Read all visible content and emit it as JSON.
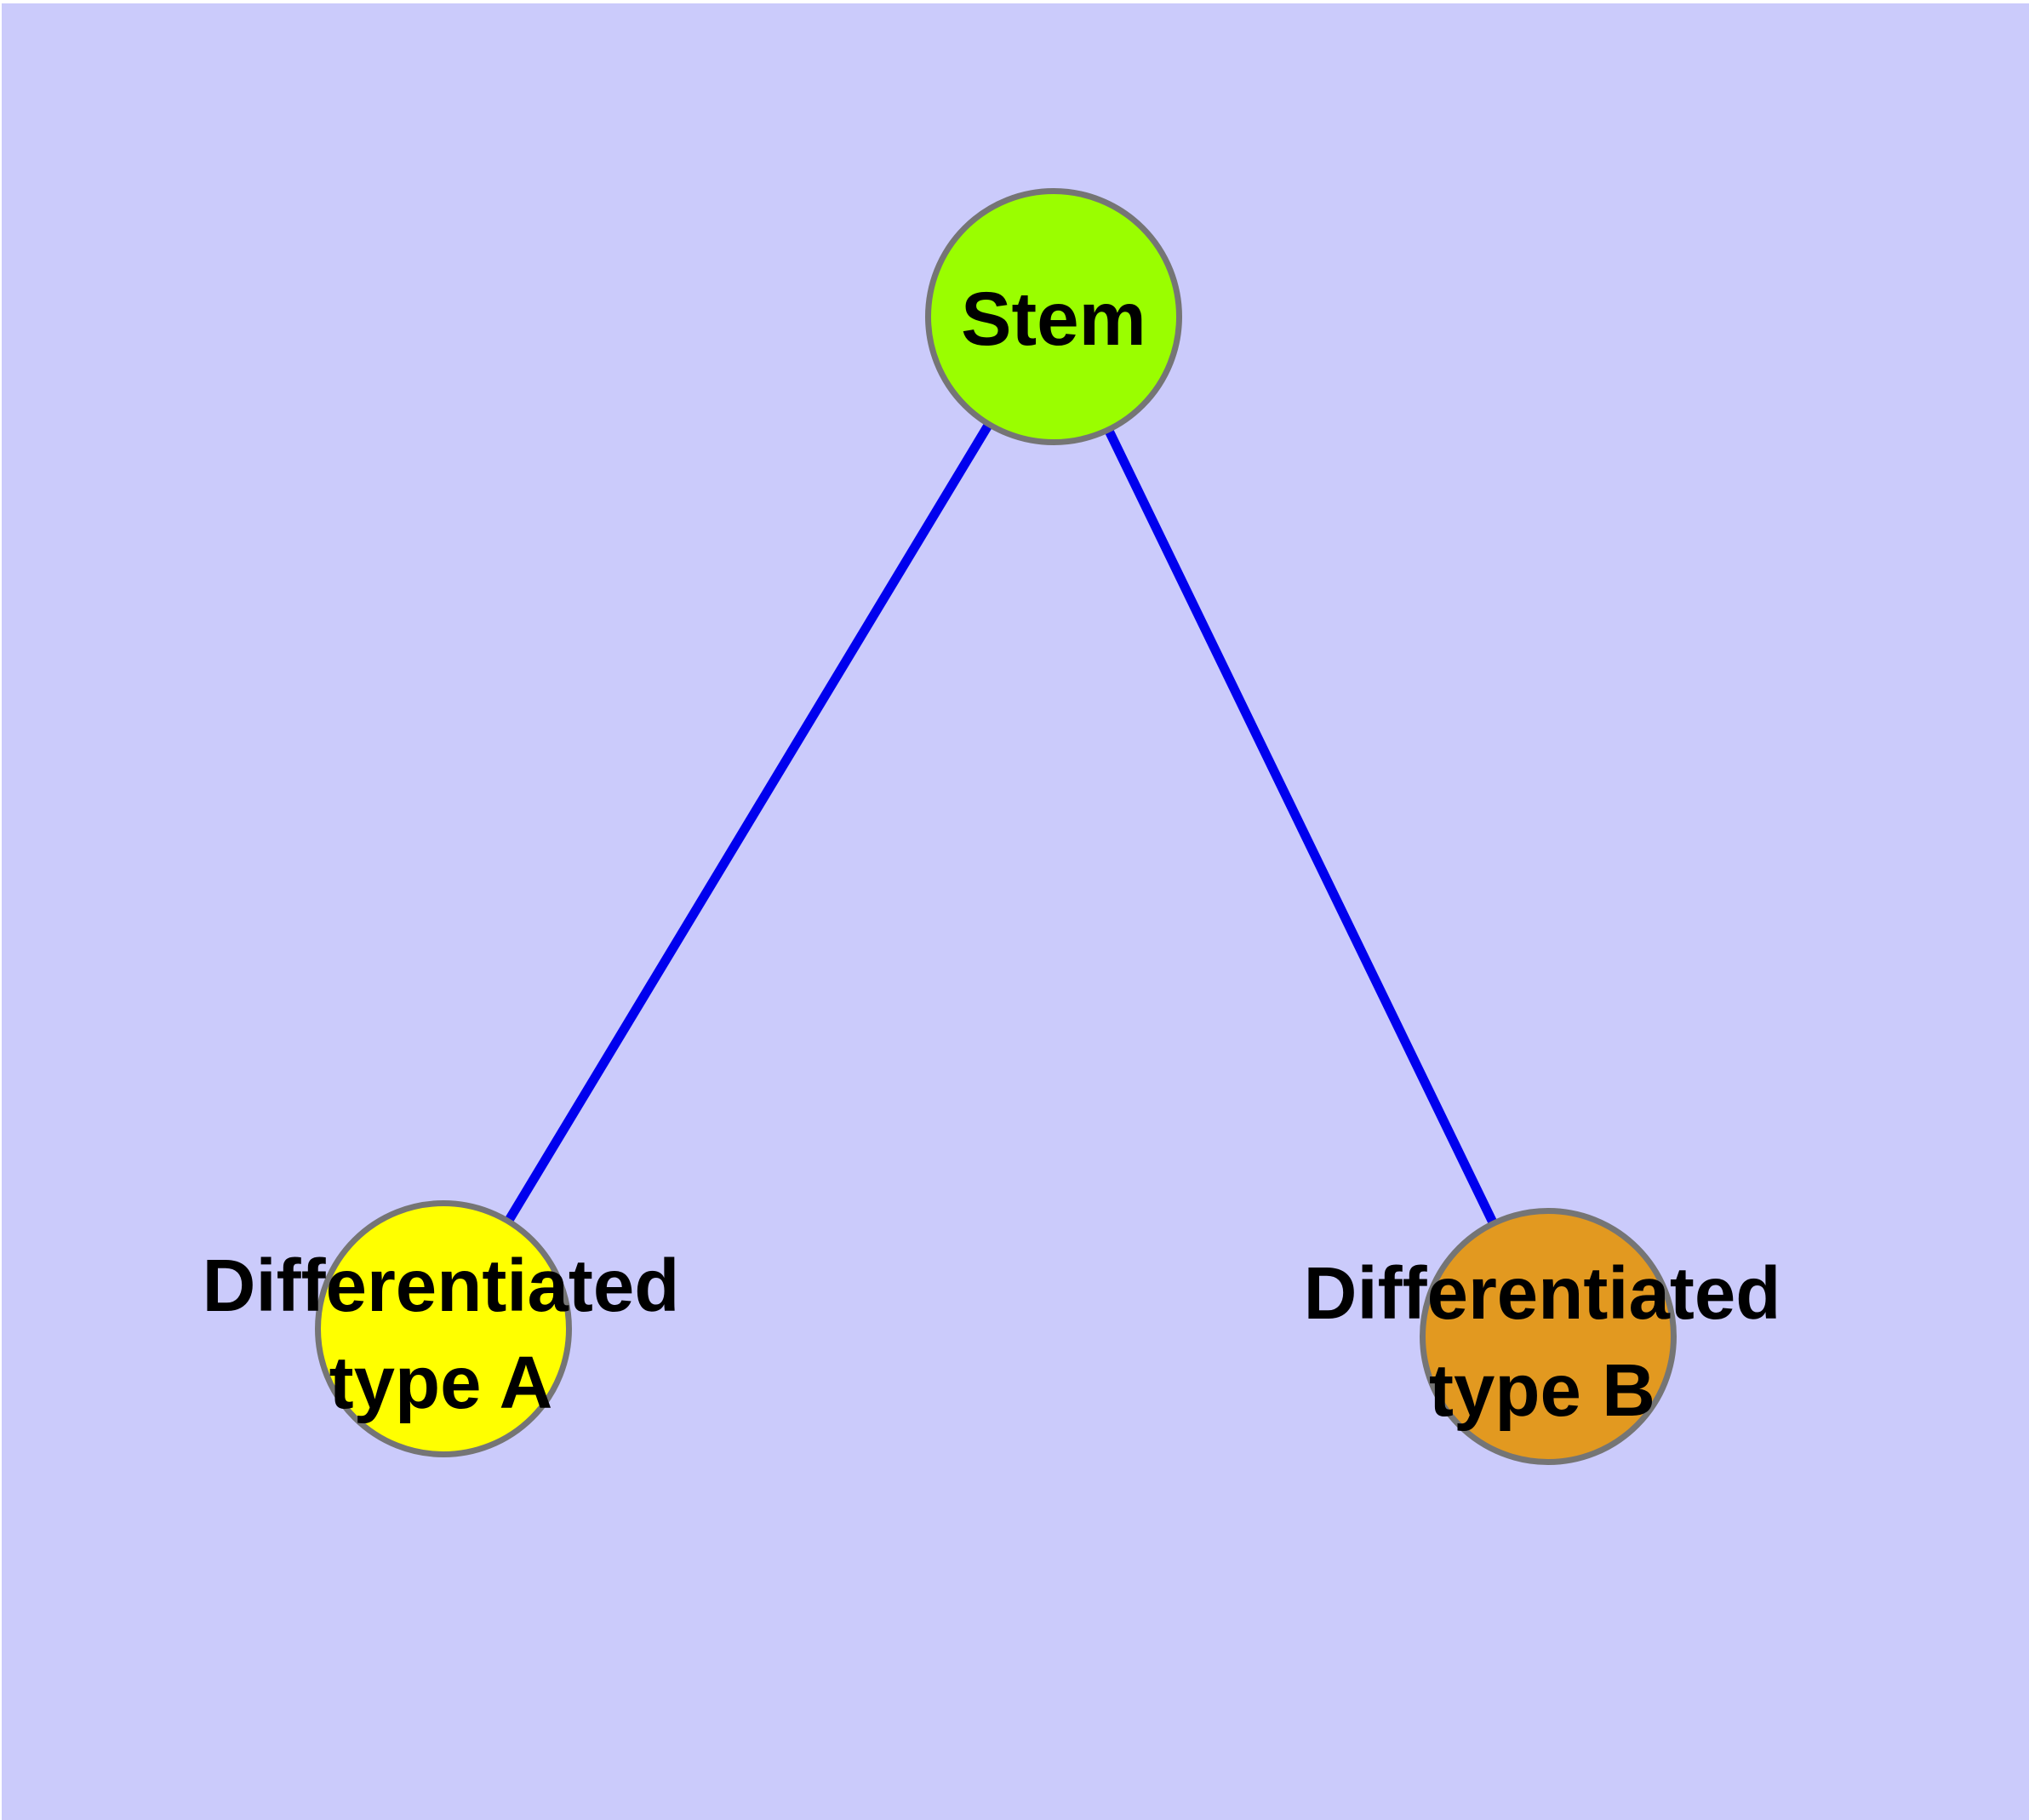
{
  "colors": {
    "page-bg": "#ffffff",
    "canvas-bg": "#cbcbfb",
    "node-border": "#757575",
    "edge-color": "#0000ee",
    "label-color": "#000000",
    "stem-fill": "#9afe00",
    "type-a-fill": "#ffff00",
    "type-b-fill": "#e29920"
  },
  "nodes": {
    "stem": {
      "label": "Stem"
    },
    "type_a": {
      "label_line1": "Differentiated",
      "label_line2": "type A"
    },
    "type_b": {
      "label_line1": "Differentiated",
      "label_line2": "type B"
    }
  },
  "edges": [
    {
      "from": "Stem",
      "to": "Differentiated type A"
    },
    {
      "from": "Stem",
      "to": "Differentiated type B"
    }
  ]
}
